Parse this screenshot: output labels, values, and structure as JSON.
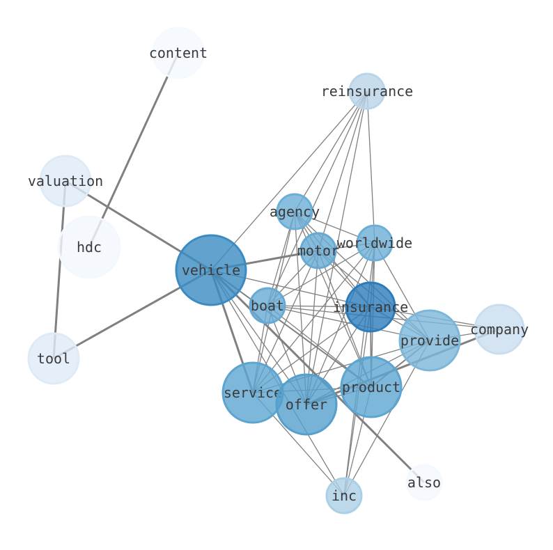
{
  "graph": {
    "nodes": [
      {
        "id": "content",
        "label": "content",
        "weight": 0.02
      },
      {
        "id": "reinsurance",
        "label": "reinsurance",
        "weight": 0.35
      },
      {
        "id": "valuation",
        "label": "valuation",
        "weight": 0.15
      },
      {
        "id": "hdc",
        "label": "hdc",
        "weight": 0.03
      },
      {
        "id": "agency",
        "label": "agency",
        "weight": 0.6
      },
      {
        "id": "motor",
        "label": "motor",
        "weight": 0.62
      },
      {
        "id": "worldwide",
        "label": "worldwide",
        "weight": 0.6
      },
      {
        "id": "vehicle",
        "label": "vehicle",
        "weight": 0.78
      },
      {
        "id": "boat",
        "label": "boat",
        "weight": 0.62
      },
      {
        "id": "insurance",
        "label": "insurance",
        "weight": 0.85
      },
      {
        "id": "company",
        "label": "company",
        "weight": 0.28
      },
      {
        "id": "provide",
        "label": "provide",
        "weight": 0.55
      },
      {
        "id": "tool",
        "label": "tool",
        "weight": 0.15
      },
      {
        "id": "service",
        "label": "service",
        "weight": 0.65
      },
      {
        "id": "product",
        "label": "product",
        "weight": 0.65
      },
      {
        "id": "offer",
        "label": "offer",
        "weight": 0.68
      },
      {
        "id": "also",
        "label": "also",
        "weight": 0.02
      },
      {
        "id": "inc",
        "label": "inc",
        "weight": 0.4
      }
    ],
    "edges": [
      {
        "source": "content",
        "target": "hdc",
        "weight": 3
      },
      {
        "source": "valuation",
        "target": "tool",
        "weight": 3
      },
      {
        "source": "valuation",
        "target": "vehicle",
        "weight": 3
      },
      {
        "source": "tool",
        "target": "vehicle",
        "weight": 3
      },
      {
        "source": "vehicle",
        "target": "motor",
        "weight": 3
      },
      {
        "source": "vehicle",
        "target": "service",
        "weight": 3
      },
      {
        "source": "vehicle",
        "target": "also",
        "weight": 3
      },
      {
        "source": "vehicle",
        "target": "product",
        "weight": 2
      },
      {
        "source": "vehicle",
        "target": "reinsurance",
        "weight": 1.3
      },
      {
        "source": "vehicle",
        "target": "insurance",
        "weight": 1.3
      },
      {
        "source": "vehicle",
        "target": "offer",
        "weight": 1.3
      },
      {
        "source": "vehicle",
        "target": "inc",
        "weight": 1.3
      },
      {
        "source": "offer",
        "target": "company",
        "weight": 3
      },
      {
        "source": "product",
        "target": "provide",
        "weight": 2
      },
      {
        "source": "service",
        "target": "provide",
        "weight": 1.3
      },
      {
        "source": "service",
        "target": "product",
        "weight": 1.3
      },
      {
        "source": "service",
        "target": "insurance",
        "weight": 1.3
      },
      {
        "source": "service",
        "target": "motor",
        "weight": 1.3
      },
      {
        "source": "service",
        "target": "worldwide",
        "weight": 1.3
      },
      {
        "source": "service",
        "target": "agency",
        "weight": 1.3
      },
      {
        "source": "service",
        "target": "boat",
        "weight": 1.3
      },
      {
        "source": "service",
        "target": "inc",
        "weight": 1.3
      },
      {
        "source": "offer",
        "target": "insurance",
        "weight": 1.3
      },
      {
        "source": "offer",
        "target": "motor",
        "weight": 1.3
      },
      {
        "source": "offer",
        "target": "worldwide",
        "weight": 1.3
      },
      {
        "source": "offer",
        "target": "agency",
        "weight": 1.3
      },
      {
        "source": "offer",
        "target": "boat",
        "weight": 1.3
      },
      {
        "source": "offer",
        "target": "reinsurance",
        "weight": 1.3
      },
      {
        "source": "offer",
        "target": "provide",
        "weight": 1.3
      },
      {
        "source": "offer",
        "target": "product",
        "weight": 1.3
      },
      {
        "source": "product",
        "target": "insurance",
        "weight": 2
      },
      {
        "source": "product",
        "target": "motor",
        "weight": 1.3
      },
      {
        "source": "product",
        "target": "agency",
        "weight": 1.3
      },
      {
        "source": "product",
        "target": "boat",
        "weight": 1.3
      },
      {
        "source": "product",
        "target": "inc",
        "weight": 1.3
      },
      {
        "source": "product",
        "target": "worldwide",
        "weight": 1.3
      },
      {
        "source": "insurance",
        "target": "worldwide",
        "weight": 1.3
      },
      {
        "source": "insurance",
        "target": "motor",
        "weight": 1.3
      },
      {
        "source": "insurance",
        "target": "agency",
        "weight": 1.3
      },
      {
        "source": "insurance",
        "target": "boat",
        "weight": 1.3
      },
      {
        "source": "insurance",
        "target": "company",
        "weight": 1.3
      },
      {
        "source": "insurance",
        "target": "provide",
        "weight": 1.3
      },
      {
        "source": "insurance",
        "target": "inc",
        "weight": 1.3
      },
      {
        "source": "reinsurance",
        "target": "worldwide",
        "weight": 1.3
      },
      {
        "source": "reinsurance",
        "target": "motor",
        "weight": 1.3
      },
      {
        "source": "reinsurance",
        "target": "boat",
        "weight": 1.3
      },
      {
        "source": "reinsurance",
        "target": "agency",
        "weight": 1.3
      },
      {
        "source": "agency",
        "target": "motor",
        "weight": 1.3
      },
      {
        "source": "agency",
        "target": "worldwide",
        "weight": 1.3
      },
      {
        "source": "agency",
        "target": "boat",
        "weight": 1.3
      },
      {
        "source": "agency",
        "target": "provide",
        "weight": 1.3
      },
      {
        "source": "motor",
        "target": "worldwide",
        "weight": 1.3
      },
      {
        "source": "motor",
        "target": "boat",
        "weight": 1.3
      },
      {
        "source": "motor",
        "target": "provide",
        "weight": 1.3
      },
      {
        "source": "worldwide",
        "target": "boat",
        "weight": 1.3
      },
      {
        "source": "worldwide",
        "target": "provide",
        "weight": 1.3
      },
      {
        "source": "worldwide",
        "target": "inc",
        "weight": 1.3
      },
      {
        "source": "boat",
        "target": "company",
        "weight": 1.3
      },
      {
        "source": "boat",
        "target": "provide",
        "weight": 1.3
      },
      {
        "source": "provide",
        "target": "company",
        "weight": 1.3
      },
      {
        "source": "provide",
        "target": "inc",
        "weight": 1.3
      }
    ]
  }
}
